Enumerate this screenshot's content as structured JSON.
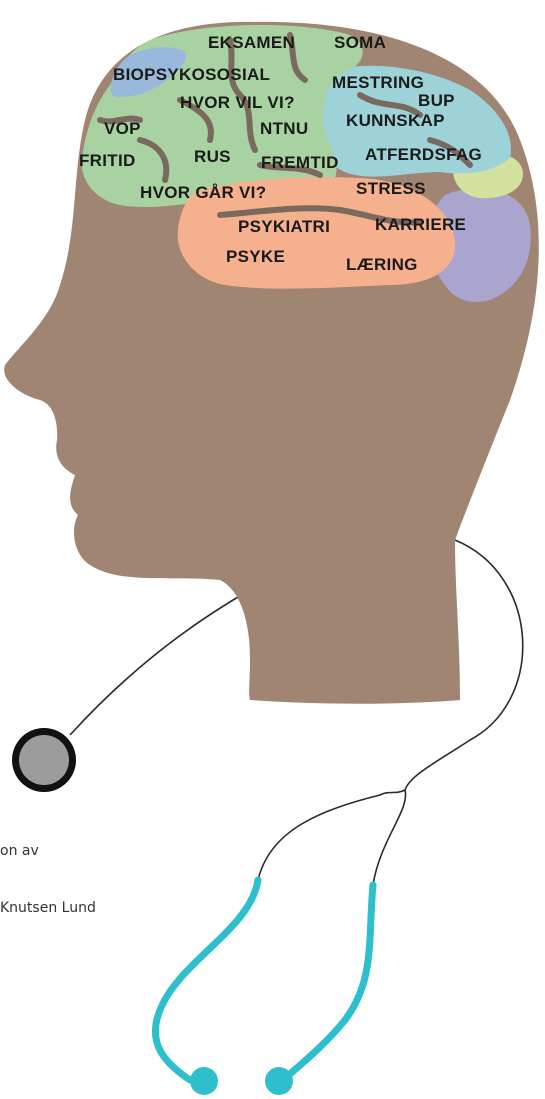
{
  "colors": {
    "head": "#a08672",
    "frontal_lobe": "#a9d2a3",
    "parietal_lobe": "#9dd3d8",
    "temporal_lobe": "#f5b08e",
    "occipital_lobe": "#a9a5cf",
    "cerebellum_patch": "#d3e29e",
    "prefrontal_patch": "#9ab8dc",
    "stethoscope_tubing": "#2ebfcc",
    "stethoscope_chest_piece": "#9c9c9c"
  },
  "brain_words": {
    "eksamen": "EKSAMEN",
    "soma": "SOMA",
    "biopsykososial": "BIOPSYKOSOSIAL",
    "mestring": "MESTRING",
    "hvor_vil_vi": "HVOR VIL VI?",
    "bup": "BUP",
    "vop": "VOP",
    "ntnu": "NTNU",
    "kunnskap": "KUNNSKAP",
    "fritid": "FRITID",
    "rus": "RUS",
    "fremtid": "FREMTID",
    "atferdsfag": "ATFERDSFAG",
    "hvor_gar_vi": "HVOR GÅR VI?",
    "stress": "STRESS",
    "psykiatri": "PSYKIATRI",
    "karriere": "KARRIERE",
    "psyke": "PSYKE",
    "laering": "LÆRING"
  },
  "caption": {
    "line1": "on av",
    "line2": "Knutsen Lund"
  }
}
